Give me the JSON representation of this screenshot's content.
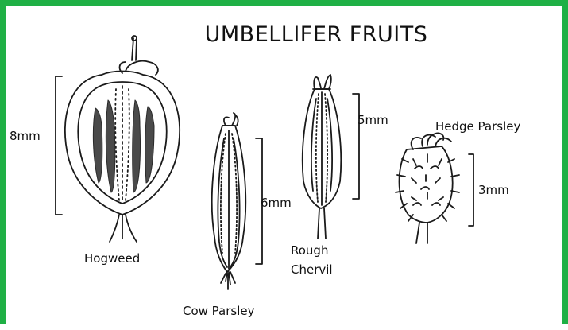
{
  "title": "UMBELLIFER FRUITS",
  "colors": {
    "frame": "#1fb045",
    "ink": "#1a1a1a",
    "dark_stripe": "#4a4a4a"
  },
  "fruits": [
    {
      "name": "Hogweed",
      "size": "8mm"
    },
    {
      "name": "Cow Parsley",
      "size": "6mm"
    },
    {
      "name_line1": "Rough",
      "name_line2": "Chervil",
      "size": "5mm"
    },
    {
      "name": "Hedge Parsley",
      "size": "3mm"
    }
  ]
}
